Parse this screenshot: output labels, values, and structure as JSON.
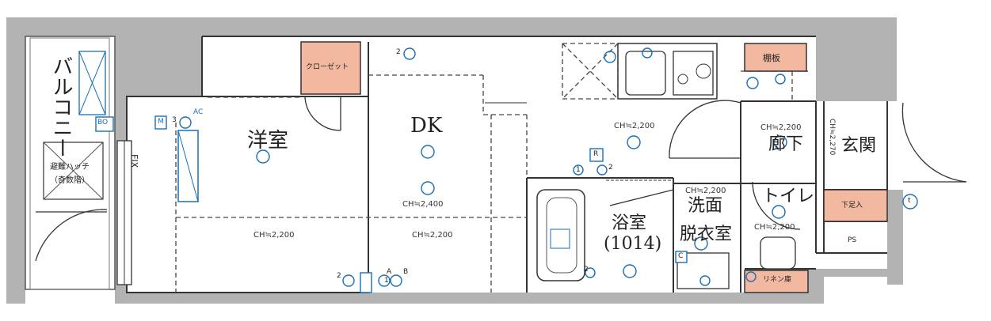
{
  "rooms": {
    "western_room": "洋室",
    "dk": "DK",
    "bathroom": "浴室",
    "bathroom_size": "(1014)",
    "washroom_line1": "洗面",
    "washroom_line2": "脱衣室",
    "toilet": "トイレ",
    "hallway": "廊下",
    "entrance": "玄関",
    "balcony": "バルコニー"
  },
  "storage": {
    "closet": "クローゼット",
    "shelf": "棚板",
    "shoe_box": "下足入",
    "ps": "PS",
    "linen": "リネン庫"
  },
  "ceiling_heights": {
    "western_room_main": "CH≒2,200",
    "dk_main": "CH≒2,400",
    "dk_lower": "CH≒2,200",
    "kitchen": "CH≒2,200",
    "hallway": "CH≒2,200",
    "washroom": "CH≒2,200",
    "toilet": "CH≒2,200",
    "entrance_vertical": "CH≒2,270"
  },
  "labels": {
    "evac_hatch": "避難ハッチ",
    "evac_hatch_note": "（奇数階）",
    "fix": "FIX",
    "bo": "BO",
    "ac": "AC",
    "m": "M",
    "r": "R",
    "c": "C",
    "a": "A",
    "b": "B",
    "num_1": "1",
    "num_2": "2",
    "num_1b": "1",
    "num_2b": "2",
    "num_2c": "2",
    "num_3": "3",
    "num_2d": "2",
    "t": "t"
  },
  "colors": {
    "storage_fill": "#f2b8a0",
    "wall": "#b3b3b3",
    "line": "#333333",
    "symbol_blue": "#1a6fb5"
  }
}
